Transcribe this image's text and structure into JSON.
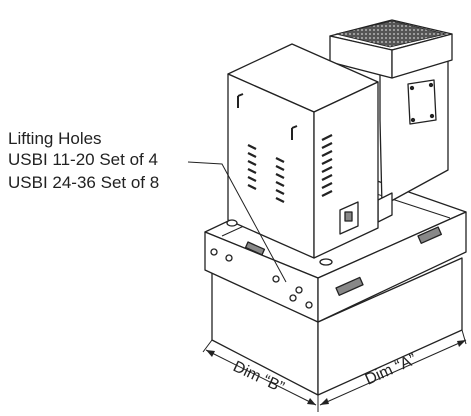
{
  "callout": {
    "title": "Lifting Holes",
    "line1": "USBI 11-20 Set of 4",
    "line2": "USBI 24-36 Set of 8"
  },
  "dimensions": {
    "a_label": "Dim “A”",
    "b_label": "Dim “B”"
  },
  "colors": {
    "stroke": "#222222",
    "grille": "#3a3a3a"
  }
}
